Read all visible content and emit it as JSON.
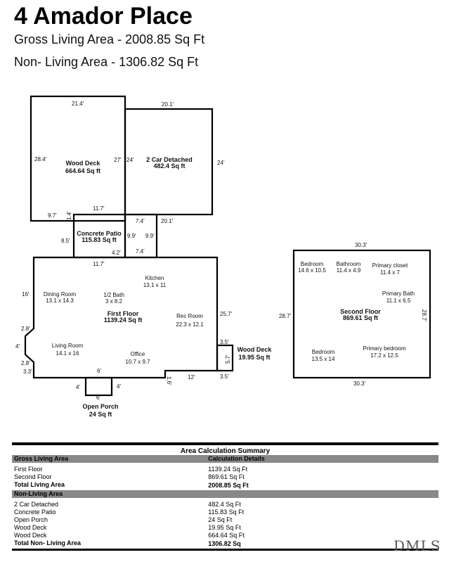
{
  "title": "4 Amador Place",
  "gross_line": "Gross Living Area - 2008.85 Sq Ft",
  "non_living_line": "Non- Living Area - 1306.82 Sq Ft",
  "plan": {
    "wood_deck_large": {
      "name": "Wood Deck",
      "area": "664.64 Sq ft",
      "dims": [
        "21.4′",
        "28.4′",
        "27′",
        "11.7′",
        "9.7′",
        "1.4′"
      ]
    },
    "garage": {
      "name": "2 Car Detached",
      "area": "482.4 Sq ft",
      "dims": [
        "20.1′",
        "24′",
        "24′",
        "20.1′"
      ]
    },
    "patio": {
      "name": "Concrete Patio",
      "area": "115.83 Sq ft",
      "dims": [
        "8.5′",
        "4.2′",
        "11.7′"
      ]
    },
    "passage": {
      "dims": [
        "7.4′",
        "9.9′",
        "9.9′",
        "7.4′"
      ]
    },
    "first_floor": {
      "name": "First Floor",
      "area": "1139.24 Sq ft",
      "dims": [
        "16′",
        "2.8′",
        "4′",
        "2.8′",
        "3.3′",
        "6′",
        "1.6′",
        "12′",
        "25.7′"
      ],
      "rooms": [
        {
          "name": "Kitchen",
          "size": "13.1 x 11"
        },
        {
          "name": "Dining Room",
          "size": "13.1 x 14.3"
        },
        {
          "name": "1/2 Bath",
          "size": "3 x 8.2"
        },
        {
          "name": "Rec Room",
          "size": "22.3 x 12.1"
        },
        {
          "name": "Living Room",
          "size": "14.1 x 16"
        },
        {
          "name": "Office",
          "size": "10.7 x 9.7"
        }
      ]
    },
    "wood_deck_small": {
      "name": "Wood Deck",
      "area": "19.95 Sq ft",
      "dims": [
        "3.5′",
        "5.7′",
        "3.5′"
      ]
    },
    "porch": {
      "name": "Open Porch",
      "area": "24 Sq ft",
      "dims": [
        "4′",
        "4′",
        "6′"
      ]
    },
    "second_floor": {
      "name": "Second Floor",
      "area": "869.61 Sq ft",
      "dims": [
        "30.3′",
        "28.7′",
        "28.7′",
        "30.3′"
      ],
      "rooms": [
        {
          "name": "Bedroom",
          "size": "14.6 x 10.5"
        },
        {
          "name": "Bathroom",
          "size": "11.4 x 4.9"
        },
        {
          "name": "Primary closet",
          "size": "11.4 x 7"
        },
        {
          "name": "Primary Bath",
          "size": "11.1 x 6.5"
        },
        {
          "name": "Bedroom",
          "size": "13.5 x 14"
        },
        {
          "name": "Primary bedroom",
          "size": "17.2 x 12.5"
        }
      ]
    }
  },
  "summary": {
    "caption": "Area Calculation Summary",
    "gla_header": "Gross Living Area",
    "details_header": "Calculation Details",
    "gla_rows": [
      [
        "First Floor",
        "1139.24 Sq Ft"
      ],
      [
        "Second Floor",
        "869.61 Sq Ft"
      ]
    ],
    "gla_total": [
      "Total Living Area",
      "2008.85 Sq Ft"
    ],
    "nla_header": "Non-Living Area",
    "nla_rows": [
      [
        "2 Car Detached",
        "482.4 Sq Ft"
      ],
      [
        "Concrete Patio",
        "115.83 Sq Ft"
      ],
      [
        "Open Porch",
        "24 Sq Ft"
      ],
      [
        "Wood Deck",
        "19.95 Sq Ft"
      ],
      [
        "Wood Deck",
        "664.64 Sq Ft"
      ]
    ],
    "nla_total": [
      "Total Non- Living Area",
      "1306.82 Sq"
    ]
  },
  "watermark": "DMLS"
}
